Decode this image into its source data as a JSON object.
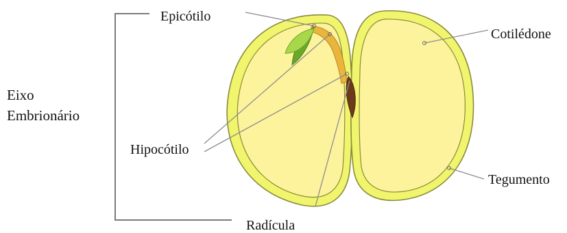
{
  "labels": {
    "axis_line1": "Eixo",
    "axis_line2": "Embrionário",
    "epicotilo": "Epicótilo",
    "hipocotilo": "Hipocótilo",
    "radicula": "Radícula",
    "cotiledone": "Cotilédone",
    "tegumento": "Tegumento"
  },
  "colors": {
    "seed_coat": "#f1f56d",
    "cotyledon": "#fdf39c",
    "outline": "#8a8a3a",
    "leaf_light": "#a8d84a",
    "leaf_dark": "#6aa82a",
    "hypocotyl": "#e9b53c",
    "radicle": "#6b3a1c",
    "leader_line": "#8c8c8c",
    "bracket": "#7a7a7a"
  }
}
